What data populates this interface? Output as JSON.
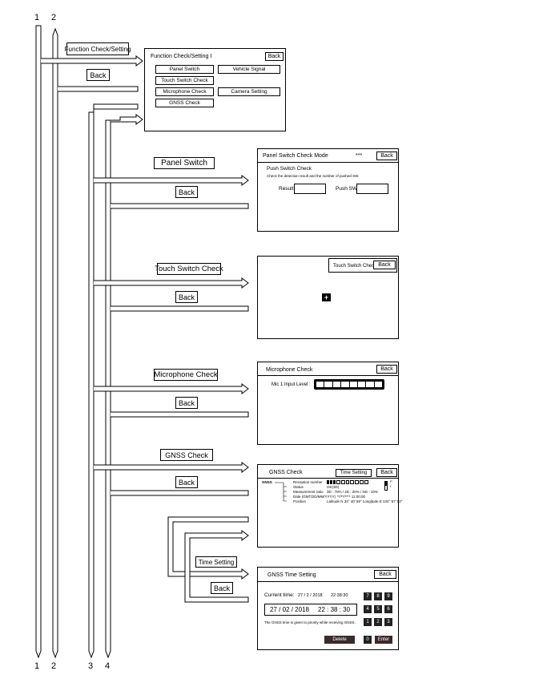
{
  "lines": {
    "top_1": "1",
    "top_2": "2",
    "bot_1": "1",
    "bot_2": "2",
    "bot_3": "3",
    "bot_4": "4"
  },
  "actions": {
    "function_check_setting": "Function Check/Setting",
    "back": "Back",
    "panel_switch": "Panel Switch",
    "touch_switch_check": "Touch Switch Check",
    "microphone_check": "Microphone Check",
    "gnss_check": "GNSS Check",
    "time_setting": "Time Setting"
  },
  "menu_screen": {
    "title": "Function Check/Setting Ⅰ",
    "back": "Back",
    "items": [
      "Panel Switch",
      "Vehicle Signal",
      "Touch Switch Check",
      "Microphone Check",
      "Camera Setting",
      "GNSS Check"
    ]
  },
  "panel_screen": {
    "title": "Panel Switch Check Mode",
    "stars": "***",
    "back": "Back",
    "heading": "Push Switch Check",
    "desc": "Check the detection result and the number of pushed SW.",
    "result_label": "Result:",
    "push_label": "Push SW:"
  },
  "touch_screen": {
    "title": "Touch Switch Check",
    "back": "Back",
    "crosshair": "+"
  },
  "mic_screen": {
    "title": "Microphone Check",
    "back": "Back",
    "input_label": "Mic 1 Input Level :",
    "level_segments": 8
  },
  "gnss_screen": {
    "title": "GNSS Check",
    "time_setting": "Time Setting",
    "back": "Back",
    "section": "GNSS",
    "rows": [
      {
        "label": "Reception number",
        "value": ""
      },
      {
        "label": "Status",
        "value": "OK(3D)"
      },
      {
        "label": "Measurement ratio",
        "value": "3D : 70% / 2D : 20% / NG : 10%"
      },
      {
        "label": "Date (GMT:DD/MM/YYYY)",
        "value": "**/**/****   11:00:00"
      },
      {
        "label": "Position",
        "value": "Latitude N 34° 40' 59\"   Longitude E 134° 57' 52\""
      }
    ],
    "scroll_marks": [
      "P",
      "f"
    ]
  },
  "time_screen": {
    "title": "GNSS Time Setting",
    "back": "Back",
    "current_label": "Current time:",
    "current_date": "27 / 2 / 2018",
    "current_time": "22:38:30",
    "input_value": "27 / 02 / 2018     22 : 38 : 30",
    "note": "The GNSS time is given to priority while receiving GNSS.",
    "keys": [
      "7",
      "8",
      "9",
      "4",
      "5",
      "6",
      "1",
      "2",
      "3",
      "0"
    ],
    "delete": "Delete",
    "enter": "Enter"
  }
}
